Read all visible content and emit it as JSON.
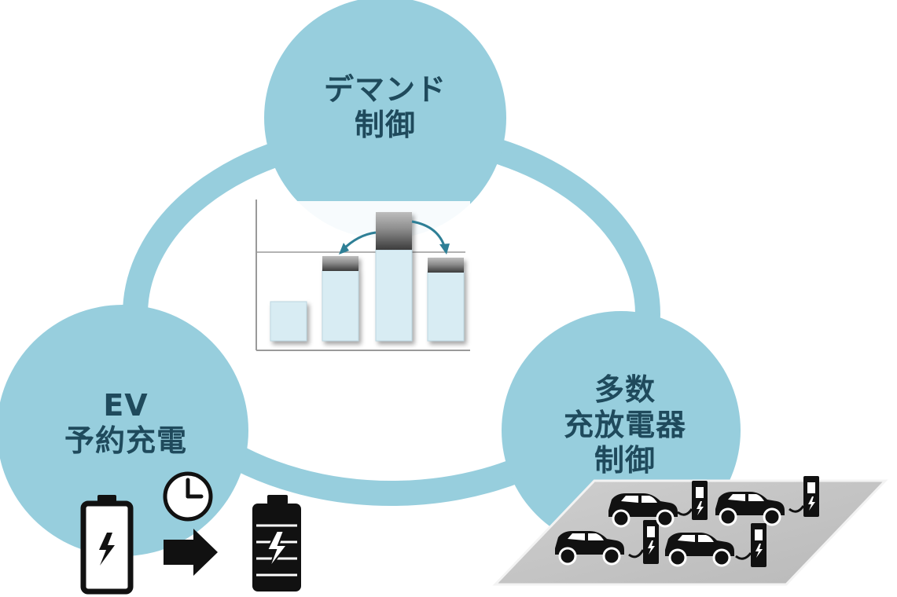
{
  "nodes": {
    "demand": {
      "line1": "デマンド",
      "line2": "制御"
    },
    "ev": {
      "line1": "EV",
      "line2": "予約充電"
    },
    "multi": {
      "line1": "多数",
      "line2": "充放電器",
      "line3": "制御"
    }
  },
  "colors": {
    "circle": "#97cedd",
    "ring": "#97cedd",
    "text": "#1f4a5c",
    "bar_fill": "#d8ecf3",
    "bar_cap": "#6a6a6a",
    "arrow": "#2e7f96",
    "icon": "#111111"
  },
  "icons": [
    "clock-icon",
    "battery-empty-icon",
    "battery-full-icon",
    "arrow-right-icon",
    "car-icon",
    "charger-icon"
  ]
}
